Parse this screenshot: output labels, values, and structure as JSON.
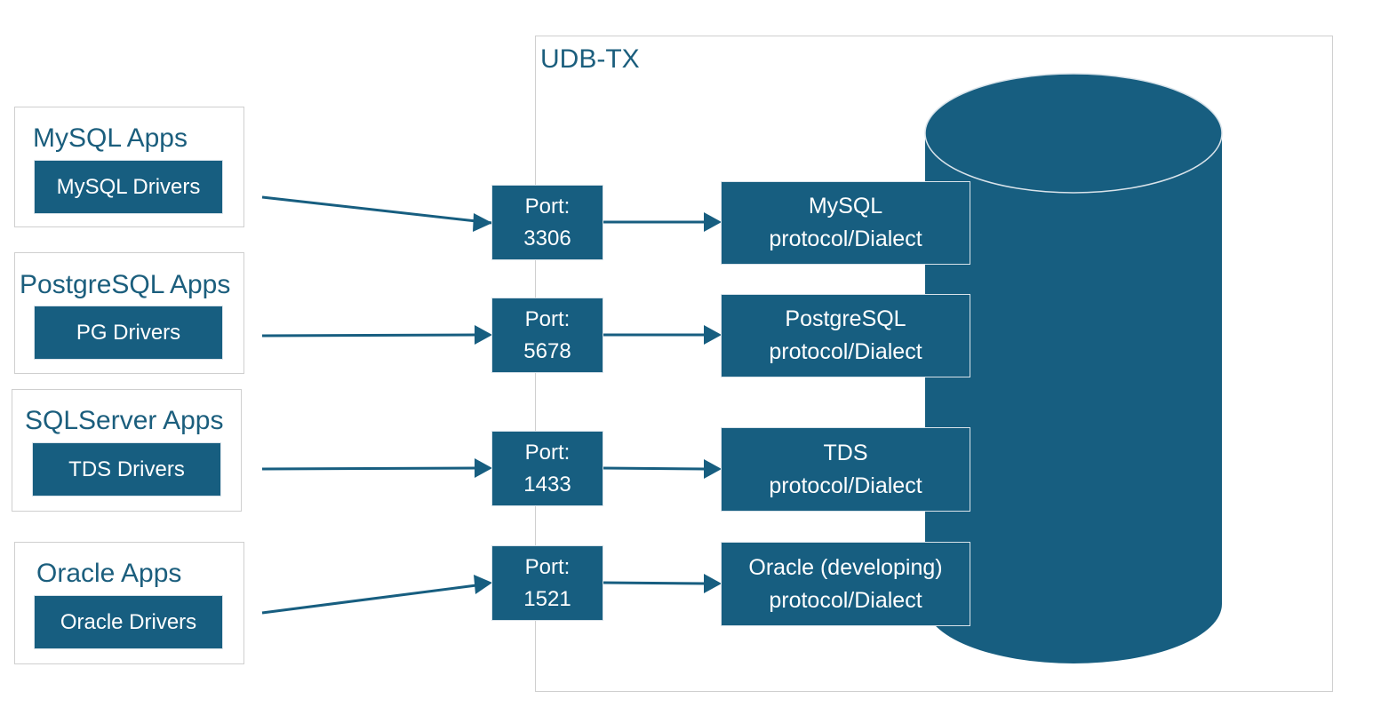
{
  "system": {
    "label": "UDB-TX"
  },
  "apps": [
    {
      "title": "MySQL Apps",
      "driver": "MySQL Drivers"
    },
    {
      "title": "PostgreSQL Apps",
      "driver": "PG Drivers"
    },
    {
      "title": "SQLServer Apps",
      "driver": "TDS Drivers"
    },
    {
      "title": "Oracle Apps",
      "driver": "Oracle Drivers"
    }
  ],
  "ports": [
    {
      "label": "Port:",
      "number": "3306"
    },
    {
      "label": "Port:",
      "number": "5678"
    },
    {
      "label": "Port:",
      "number": "1433"
    },
    {
      "label": "Port:",
      "number": "1521"
    }
  ],
  "protocols": [
    {
      "name": "MySQL",
      "suffix": "protocol/Dialect"
    },
    {
      "name": "PostgreSQL",
      "suffix": "protocol/Dialect"
    },
    {
      "name": "TDS",
      "suffix": "protocol/Dialect"
    },
    {
      "name": "Oracle (developing)",
      "suffix": "protocol/Dialect"
    }
  ],
  "colors": {
    "fill": "#175e80",
    "text": "#1b5e7d",
    "outline": "#cfcfcf"
  },
  "icons": {
    "database": "database-cylinder-icon"
  }
}
